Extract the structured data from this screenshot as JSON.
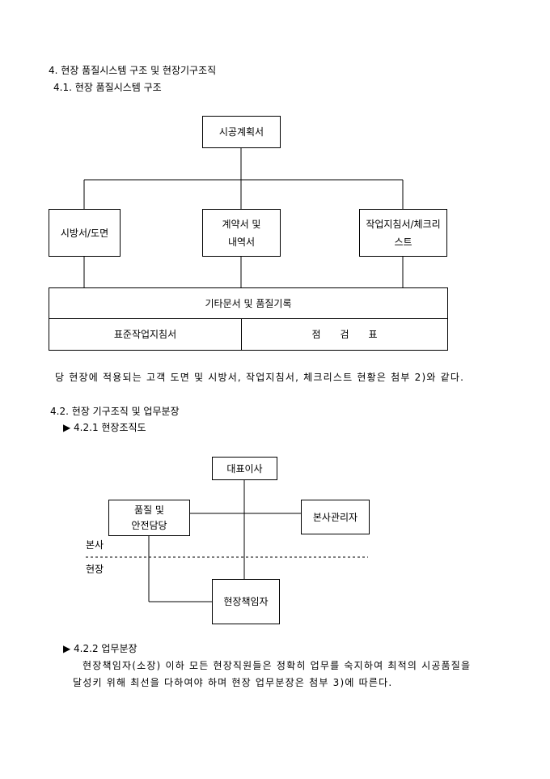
{
  "section4_title": "4. 현장 품질시스템 구조 및 현장기구조직",
  "section41_title": "4.1. 현장 품질시스템 구조",
  "quality_chart": {
    "top": "시공계획서",
    "left": "시방서/도면",
    "middle_line1": "계약서 및",
    "middle_line2": "내역서",
    "right_line1": "작업지침서/체크리",
    "right_line2": "스트",
    "bottom": "기타문서 및 품질기록",
    "bottom_left": "표준작업지침서",
    "bottom_right": "점　　검　　표"
  },
  "para41": "당 현장에 적용되는 고객 도면 및 시방서, 작업지침서, 체크리스트 현황은 첨부 2)와 같다.",
  "section42_title": "4.2. 현장 기구조직 및 업무분장",
  "section421_title": "▶ 4.2.1 현장조직도",
  "org_chart": {
    "ceo": "대표이사",
    "quality_line1": "품질 및",
    "quality_line2": "안전담당",
    "hq_manager": "본사관리자",
    "hq_label": "본사",
    "site_label": "현장",
    "site_manager": "현장책임자"
  },
  "section422_title": "▶ 4.2.2 업무분장",
  "para422_line1": "현장책임자(소장) 이하 모든 현장직원들은 정확히 업무를 숙지하여 최적의 시공품질을",
  "para422_line2": "달성키 위해 최선을 다하여야 하며 현장 업무분장은 첨부 3)에 따른다."
}
